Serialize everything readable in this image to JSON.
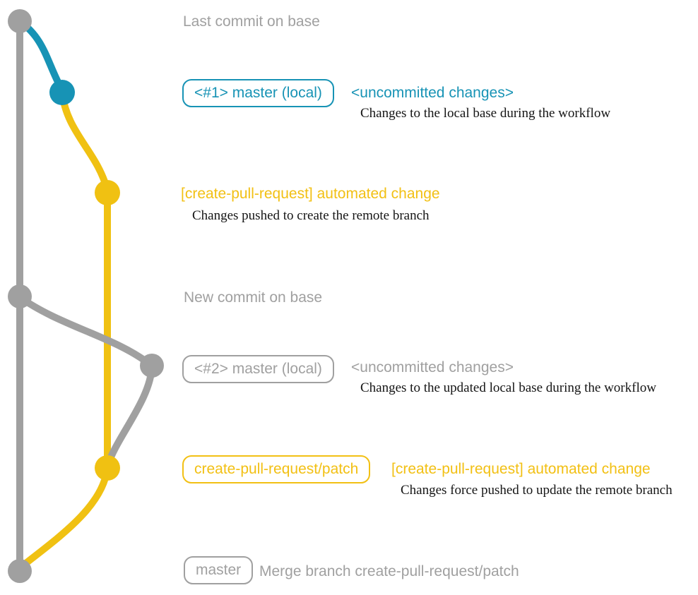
{
  "diagram_title": "create-pull-request action git workflow diagram",
  "colors": {
    "base_gray": "#a0a0a0",
    "local_teal": "#1793b5",
    "remote_yellow": "#f0c112",
    "description_black": "#151515"
  },
  "rows": {
    "last_commit": {
      "label": "Last commit on base"
    },
    "wip1": {
      "branch_box": "<#1> master (local)",
      "status": "<uncommitted changes>",
      "description": "Changes to the local base during the workflow"
    },
    "push1": {
      "commit_message": "[create-pull-request] automated change",
      "description": "Changes pushed to create the remote branch"
    },
    "new_commit": {
      "label": "New commit on base"
    },
    "wip2": {
      "branch_box": "<#2> master (local)",
      "status": "<uncommitted changes>",
      "description": "Changes to the updated local base during the workflow"
    },
    "push2": {
      "branch_box": "create-pull-request/patch",
      "commit_message": "[create-pull-request] automated change",
      "description": "Changes force pushed to update the remote branch"
    },
    "merge": {
      "branch_box": "master",
      "label": "Merge branch create-pull-request/patch"
    }
  },
  "graph": {
    "nodes": [
      "last-commit-on-base",
      "local-uncommitted-1",
      "create-pull-request-commit-1",
      "new-commit-on-base",
      "local-uncommitted-2",
      "create-pull-request-commit-2",
      "merge-commit"
    ],
    "branches": [
      "base",
      "master-local",
      "create-pull-request/patch"
    ]
  }
}
